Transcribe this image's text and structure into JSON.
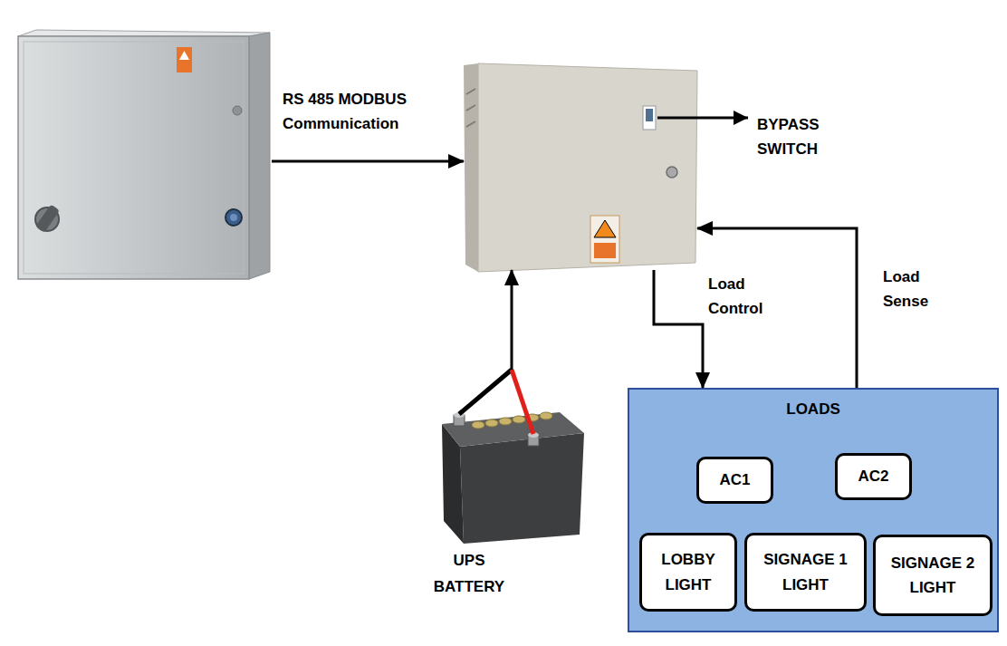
{
  "diagram": {
    "nodes": [
      {
        "text": []
      },
      {
        "text": []
      },
      {
        "text": [
          "LOADS"
        ]
      },
      {
        "text": [
          "AC1"
        ],
        "in": 2
      },
      {
        "text": [
          "AC2"
        ],
        "in": 2
      },
      {
        "text": [
          "LOBBY LIGHT"
        ],
        "in": 2
      },
      {
        "text": [
          "SIGNAGE 1 LIGHT"
        ],
        "in": 2
      },
      {
        "text": [
          "SIGNAGE 2 LIGHT"
        ],
        "in": 2
      },
      {
        "text": [
          "UPS BATTERY"
        ]
      }
    ],
    "edges": [
      {
        "from": 0,
        "to": 1,
        "label": "RS 485 MODBUS Communication",
        "arrow": "to"
      },
      {
        "from": 1,
        "to": 2,
        "label": "Load Control",
        "arrow": "to"
      },
      {
        "from": 2,
        "to": 1,
        "label": "Load Sense",
        "arrow": "to"
      },
      {
        "from": 8,
        "to": 1,
        "arrow": "to"
      }
    ],
    "labels": [
      "BYPASS SWITCH"
    ]
  }
}
